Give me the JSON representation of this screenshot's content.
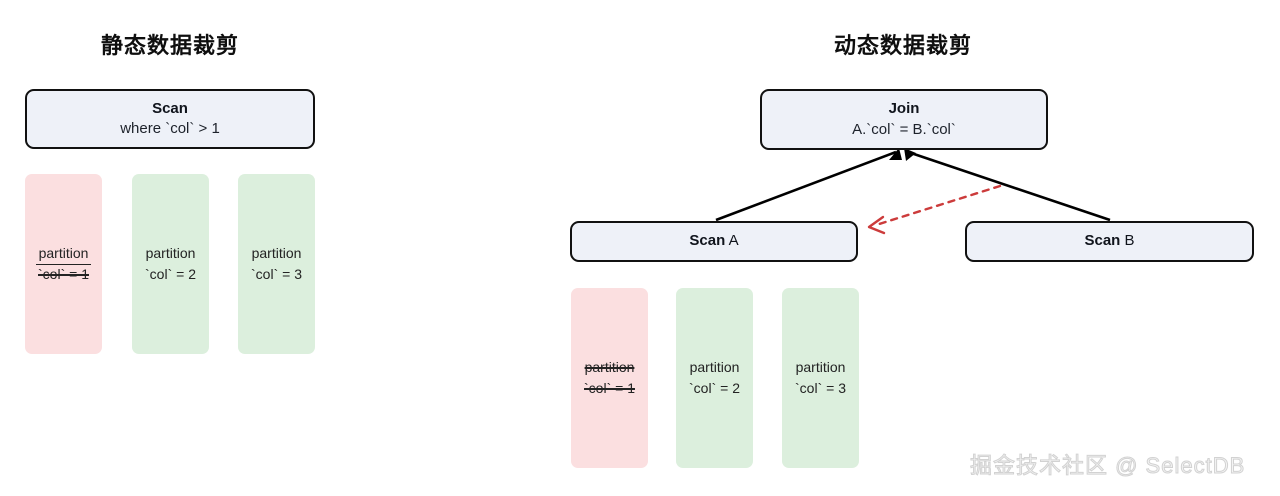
{
  "panels": {
    "static": {
      "title": "静态数据裁剪",
      "scan_node": {
        "title": "Scan",
        "subtitle": "where `col` > 1"
      },
      "partitions": [
        {
          "line1": "partition",
          "line2": "`col` = 1",
          "state": "pruned",
          "strike": "second"
        },
        {
          "line1": "partition",
          "line2": "`col` = 2",
          "state": "kept",
          "strike": "none"
        },
        {
          "line1": "partition",
          "line2": "`col` = 3",
          "state": "kept",
          "strike": "none"
        }
      ]
    },
    "dynamic": {
      "title": "动态数据裁剪",
      "join_node": {
        "title": "Join",
        "subtitle": "A.`col` = B.`col`"
      },
      "scan_a_node": {
        "title": "Scan",
        "suffix": " A"
      },
      "scan_b_node": {
        "title": "Scan",
        "suffix": " B"
      },
      "partitions": [
        {
          "line1": "partition",
          "line2": "`col` = 1",
          "state": "pruned",
          "strike": "both"
        },
        {
          "line1": "partition",
          "line2": "`col` = 2",
          "state": "kept",
          "strike": "none"
        },
        {
          "line1": "partition",
          "line2": "`col` = 3",
          "state": "kept",
          "strike": "none"
        }
      ]
    }
  },
  "colors": {
    "node_fill": "#eef1f8",
    "node_border": "#111111",
    "partition_kept": "#dcefdd",
    "partition_pruned": "#fbdfe0",
    "runtime_filter_arrow": "#cc3b3b",
    "plan_arrow": "#000000",
    "watermark_text": "#ededed"
  },
  "watermark": "掘金技术社区 @ SelectDB"
}
